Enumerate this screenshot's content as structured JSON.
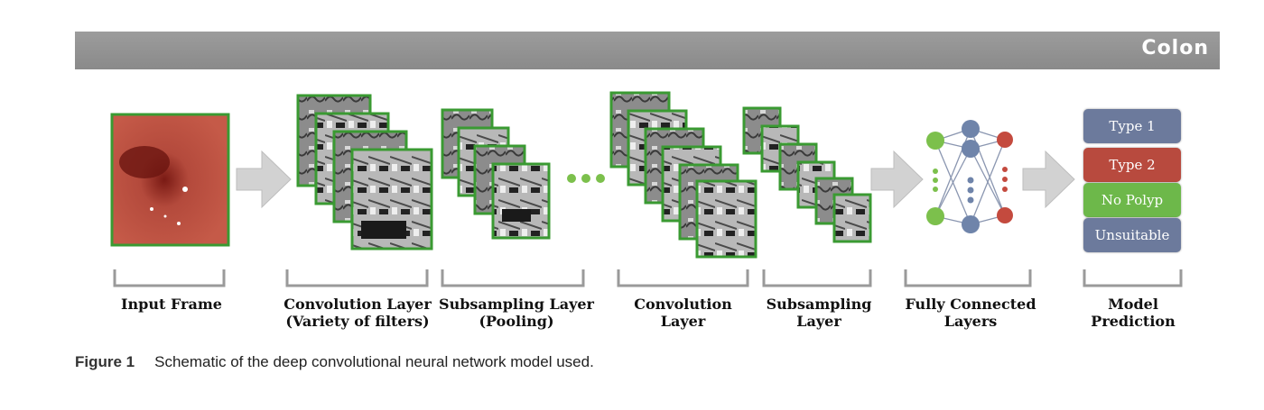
{
  "header": {
    "title": "Colon"
  },
  "stages": [
    {
      "line1": "Input Frame",
      "line2": ""
    },
    {
      "line1": "Convolution Layer",
      "line2": "(Variety of filters)"
    },
    {
      "line1": "Subsampling Layer",
      "line2": "(Pooling)"
    },
    {
      "line1": "Convolution",
      "line2": "Layer"
    },
    {
      "line1": "Subsampling",
      "line2": "Layer"
    },
    {
      "line1": "Fully Connected",
      "line2": "Layers"
    },
    {
      "line1": "Model",
      "line2": "Prediction"
    }
  ],
  "predictions": [
    {
      "label": "Type 1",
      "color": "#6c7a9c"
    },
    {
      "label": "Type 2",
      "color": "#b84a3e"
    },
    {
      "label": "No Polyp",
      "color": "#6db84a"
    },
    {
      "label": "Unsuitable",
      "color": "#6c7a9c"
    }
  ],
  "caption": {
    "figure": "Figure 1",
    "text": "Schematic of the deep convolutional neural network model used."
  },
  "colors": {
    "frame_border": "#3a9a32",
    "node_green": "#7cc04c",
    "node_blue": "#6f84aa",
    "node_red": "#c44a3e",
    "arrow": "#cfcfcf"
  }
}
